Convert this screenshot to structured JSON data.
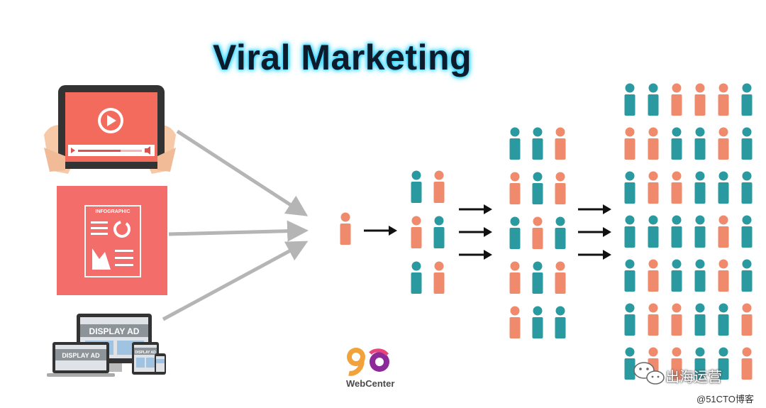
{
  "title": "Viral Marketing",
  "sources": {
    "video": {
      "icon": "video-player-tablet-icon"
    },
    "infographic": {
      "label": "INFOGRAPHIC",
      "icon": "infographic-icon"
    },
    "display": {
      "large_label": "DISPLAY AD",
      "small_label": "DISPLAY AD",
      "tiny_label": "DISPLAY AD",
      "icon": "devices-display-ad-icon"
    }
  },
  "stages": [
    {
      "name": "stage-1",
      "rows": [
        [
          "o"
        ]
      ]
    },
    {
      "name": "stage-2",
      "rows": [
        [
          "t",
          "o"
        ],
        [
          "o",
          "t"
        ],
        [
          "t",
          "o"
        ]
      ]
    },
    {
      "name": "stage-3",
      "rows": [
        [
          "t",
          "t",
          "o"
        ],
        [
          "o",
          "t",
          "o"
        ],
        [
          "t",
          "o",
          "t"
        ],
        [
          "o",
          "t",
          "o"
        ],
        [
          "o",
          "t",
          "t"
        ]
      ]
    },
    {
      "name": "stage-4",
      "rows": [
        [
          "t",
          "t",
          "o",
          "o",
          "o",
          "t"
        ],
        [
          "o",
          "o",
          "t",
          "t",
          "o",
          "t"
        ],
        [
          "t",
          "o",
          "o",
          "t",
          "t",
          "t"
        ],
        [
          "t",
          "t",
          "t",
          "t",
          "o",
          "t"
        ],
        [
          "t",
          "o",
          "t",
          "t",
          "o",
          "t"
        ],
        [
          "t",
          "o",
          "o",
          "t",
          "t",
          "o"
        ],
        [
          "t",
          "o",
          "o",
          "t",
          "t",
          "o"
        ]
      ]
    }
  ],
  "colors": {
    "teal": "#2a9aa0",
    "orange": "#f08a6c",
    "coral": "#f36d6b",
    "arrow_gray": "#b5b5b5",
    "title_glow": "#29d3ff"
  },
  "brand": {
    "logo_text": "WebCenter"
  },
  "watermark": {
    "text": "出海运营",
    "credit": "@51CTO博客"
  }
}
